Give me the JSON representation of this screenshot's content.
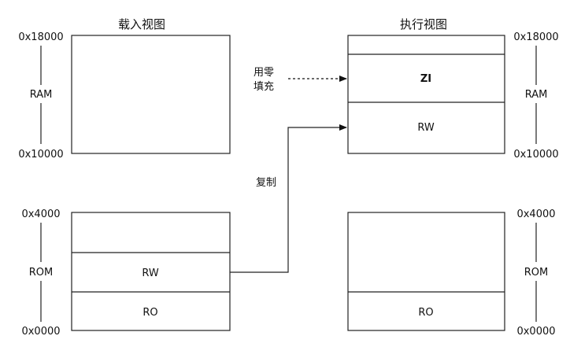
{
  "load_view": {
    "title": "载入视图",
    "ram": {
      "top_addr": "0x18000",
      "name": "RAM",
      "bottom_addr": "0x10000"
    },
    "rom": {
      "top_addr": "0x4000",
      "name": "ROM",
      "bottom_addr": "0x0000",
      "segments": {
        "rw": "RW",
        "ro": "RO"
      }
    }
  },
  "exec_view": {
    "title": "执行视图",
    "ram": {
      "top_addr": "0x18000",
      "name": "RAM",
      "bottom_addr": "0x10000",
      "segments": {
        "zi": "ZI",
        "rw": "RW"
      }
    },
    "rom": {
      "top_addr": "0x4000",
      "name": "ROM",
      "bottom_addr": "0x0000",
      "segments": {
        "ro": "RO"
      }
    }
  },
  "arrows": {
    "zero_fill_line1": "用零",
    "zero_fill_line2": "填充",
    "copy": "复制"
  }
}
